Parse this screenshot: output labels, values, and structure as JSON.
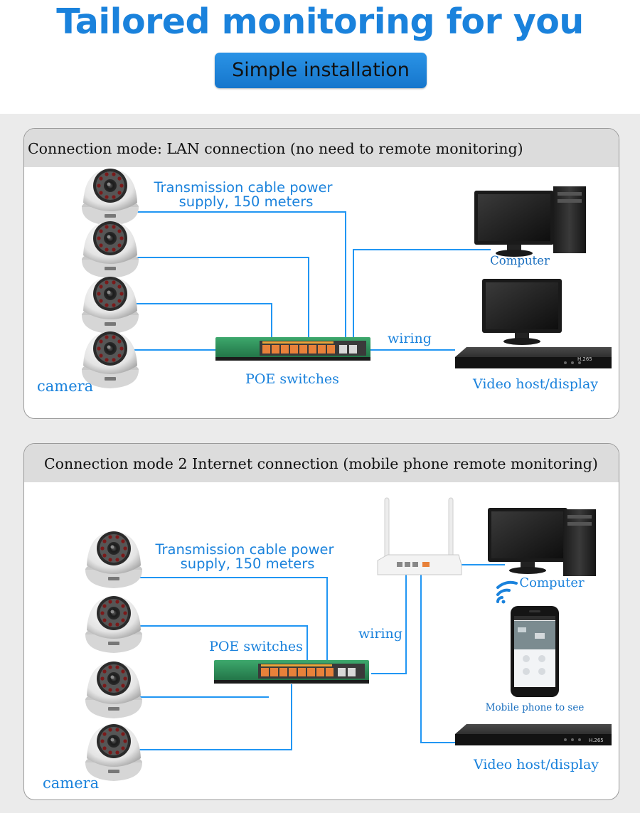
{
  "header": {
    "title": "Tailored monitoring for you",
    "subtitle": "Simple installation"
  },
  "panel1": {
    "heading": "Connection mode: LAN connection (no need to remote monitoring)",
    "cable_label_line1": "Transmission  cable  power",
    "cable_label_line2": "supply,  150  meters",
    "switch_label": "POE switches",
    "wiring_label": "wiring",
    "camera_label": "camera",
    "computer_label": "Computer",
    "nvr_label": "Video host/display",
    "nvr_badge": "H.265"
  },
  "panel2": {
    "heading": "Connection mode 2 Internet connection (mobile phone remote monitoring)",
    "cable_label_line1": "Transmission  cable  power",
    "cable_label_line2": "supply,  150  meters",
    "switch_label": "POE switches",
    "wiring_label": "wiring",
    "camera_label": "camera",
    "computer_label": "Computer",
    "phone_label": "Mobile phone to see",
    "nvr_label": "Video host/display",
    "nvr_badge": "H.265"
  },
  "colors": {
    "accent": "#1a82dc",
    "line": "#2196f3",
    "switch_green": "#2f8f5a",
    "port_orange": "#e8813a"
  }
}
